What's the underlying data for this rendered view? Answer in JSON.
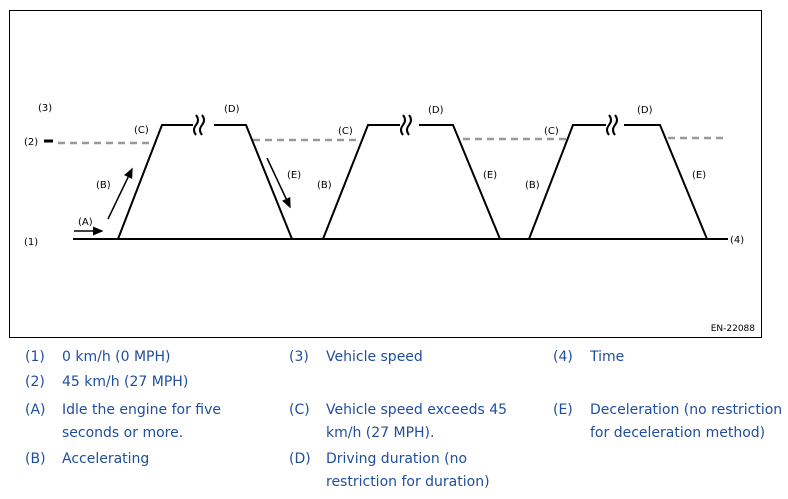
{
  "diagram": {
    "figure_id": "EN-22088",
    "axis_markers": {
      "speed_zero": "(1)",
      "speed_45": "(2)",
      "vehicle_speed": "(3)",
      "time": "(4)"
    },
    "segment_markers": {
      "idle": "(A)",
      "accelerating": "(B)",
      "exceeds": "(C)",
      "driving": "(D)",
      "decelerating": "(E)"
    }
  },
  "legend": [
    {
      "key": "(1)",
      "text": "0 km/h (0 MPH)"
    },
    {
      "key": "(2)",
      "text": "45 km/h (27 MPH)"
    },
    {
      "key": "(3)",
      "text": "Vehicle speed"
    },
    {
      "key": "(4)",
      "text": "Time"
    },
    {
      "key": "(A)",
      "text": "Idle the engine for five seconds or more."
    },
    {
      "key": "(B)",
      "text": "Accelerating"
    },
    {
      "key": "(C)",
      "text": "Vehicle speed exceeds 45 km/h (27 MPH)."
    },
    {
      "key": "(D)",
      "text": "Driving duration (no restriction for duration)"
    },
    {
      "key": "(E)",
      "text": "Deceleration (no restriction for deceleration method)"
    }
  ]
}
